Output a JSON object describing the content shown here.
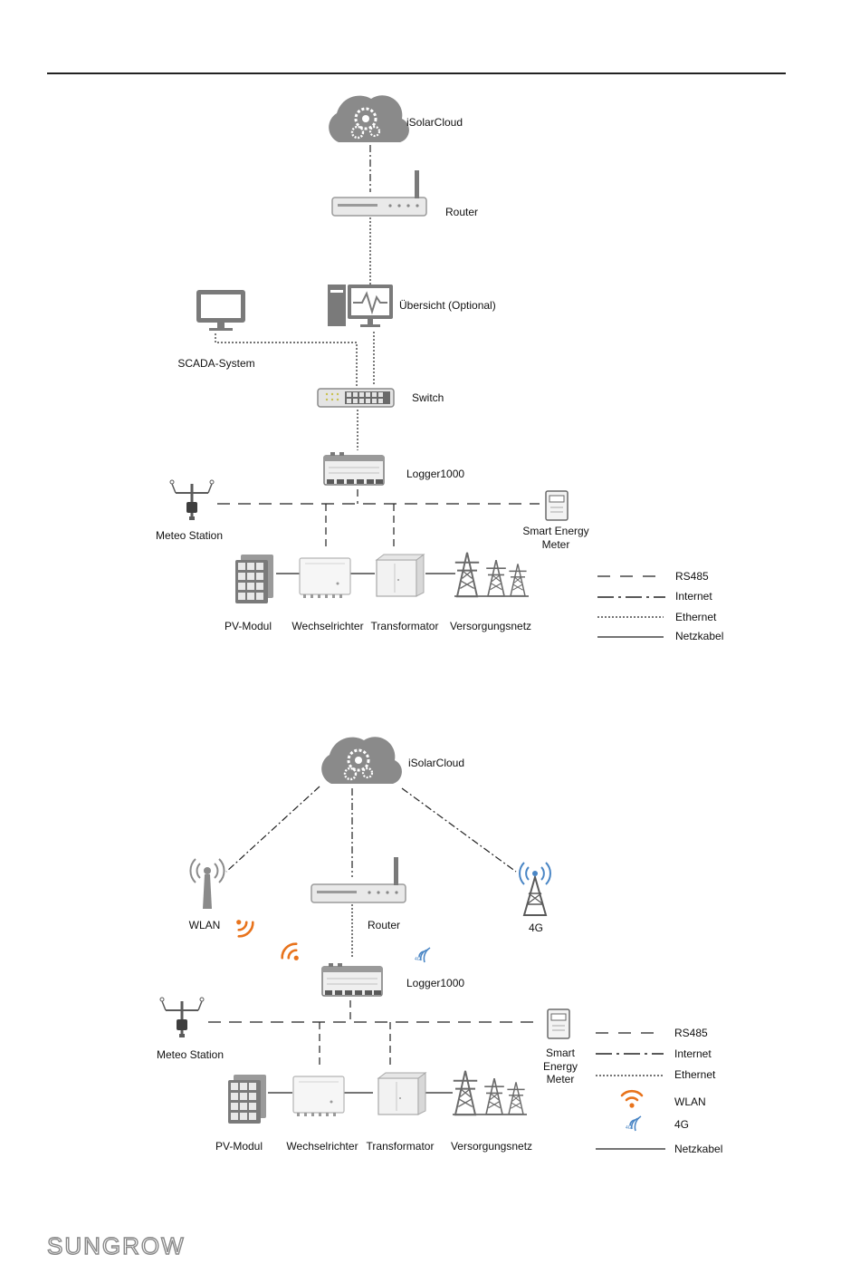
{
  "brand": {
    "logo_text": "SUNGROW"
  },
  "colors": {
    "wlan": "#E8731C",
    "cell4g": "#4A86C5",
    "device_gray": "#8A8A8A",
    "line": "#222222"
  },
  "diagram1": {
    "nodes": {
      "cloud": "iSolarCloud",
      "router": "Router",
      "monitor": "Übersicht (Optional)",
      "scada": "SCADA-System",
      "switch": "Switch",
      "logger": "Logger1000",
      "meteo": "Meteo Station",
      "meter_line1": "Smart Energy",
      "meter_line2": "Meter",
      "pv": "PV-Modul",
      "inverter": "Wechselrichter",
      "transformer": "Transformator",
      "grid": "Versorgungsnetz"
    },
    "legend": [
      "RS485",
      "Internet",
      "Ethernet",
      "Netzkabel"
    ]
  },
  "diagram2": {
    "nodes": {
      "cloud": "iSolarCloud",
      "wlan": "WLAN",
      "router": "Router",
      "cell4g": "4G",
      "logger": "Logger1000",
      "meteo": "Meteo Station",
      "meter_line1": "Smart",
      "meter_line2": "Energy",
      "meter_line3": "Meter",
      "pv": "PV-Modul",
      "inverter": "Wechselrichter",
      "transformer": "Transformator",
      "grid": "Versorgungsnetz"
    },
    "legend": [
      "RS485",
      "Internet",
      "Ethernet",
      "WLAN",
      "4G",
      "Netzkabel"
    ]
  }
}
